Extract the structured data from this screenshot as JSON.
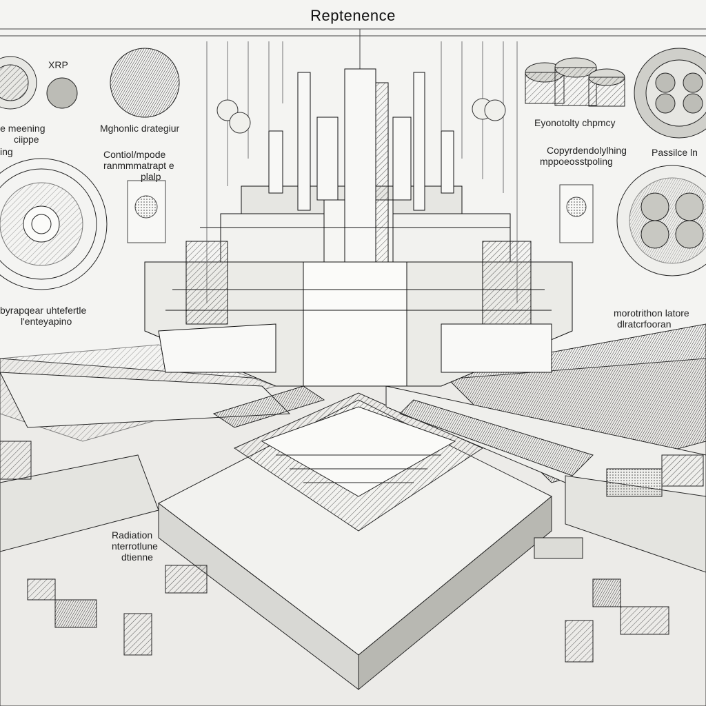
{
  "title": "Reptenence",
  "labels": {
    "xrp": "XRP",
    "tile_meaning": "tlle meening",
    "ciippe": "ciippe",
    "ing": "ing",
    "nighonic": "Mghonlic drategiur",
    "control": "Contiol/mpode",
    "rammate": "ranmmmatrapt e",
    "plalp": "plalp",
    "eyonotolty": "Eyonotolty chpmcy",
    "copyrate": "Copyrdendolylhing",
    "preportor": "mppoeosstpoling",
    "passilion": "Passilce ln",
    "lower_left_1": "byrapqear uhtefertle",
    "lower_left_2": "l'enteyapino",
    "lower_right_1": "morotrithon latore",
    "lower_right_2": "dlratcrfooran",
    "radiation_1": "Radiation",
    "radiation_2": "nterrotlune",
    "radiation_3": "dtienne"
  }
}
